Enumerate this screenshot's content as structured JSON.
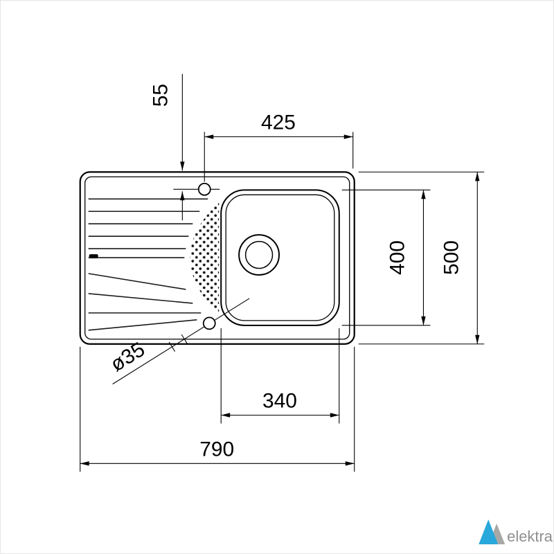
{
  "drawing": {
    "kind": "kitchen-sink-top-view-technical-drawing",
    "dimensions": {
      "tap_to_right_edge": "425",
      "tap_hole_offset_from_top": "55",
      "bowl_depth": "400",
      "overall_depth": "500",
      "bowl_width": "340",
      "overall_width": "790",
      "tap_hole_diameter": "ø35"
    },
    "line_color": "#000000"
  },
  "branding": {
    "logo_text": "elektra",
    "logo_blue": "#29A8DC",
    "logo_gray": "#A8A8A7",
    "logo_text_color": "#8F8F8F"
  }
}
